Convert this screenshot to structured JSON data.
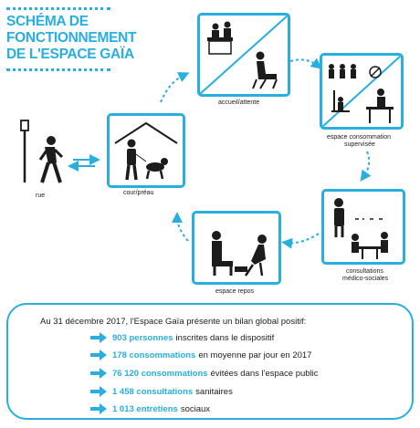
{
  "title": {
    "lines": [
      "SCHÉMA DE",
      "FONCTIONNEMENT",
      "DE L'ESPACE GAÏA"
    ]
  },
  "steps": {
    "rue": "rue",
    "cour": "cour/préau",
    "accueil": "accueil/attente",
    "conso": [
      "espace consommation",
      "supervisée"
    ],
    "consult": [
      "consultations",
      "médico-sociales"
    ],
    "repos": "espace repos"
  },
  "summary": {
    "intro": "Au 31 décembre 2017, l'Espace Gaïa présente un bilan global positif:",
    "stats": [
      {
        "highlight": "903 personnes",
        "text": "inscrites dans le dispositif"
      },
      {
        "highlight": "178 consommations",
        "text": "en moyenne par jour en 2017"
      },
      {
        "highlight": "76 120 consommations",
        "text": "évitées dans l'espace public"
      },
      {
        "highlight": "1 458 consultations",
        "text": "sanitaires"
      },
      {
        "highlight": "1 013 entretiens",
        "text": "sociaux"
      }
    ]
  },
  "colors": {
    "accent": "#29aee0",
    "ink": "#1c1c1c"
  }
}
